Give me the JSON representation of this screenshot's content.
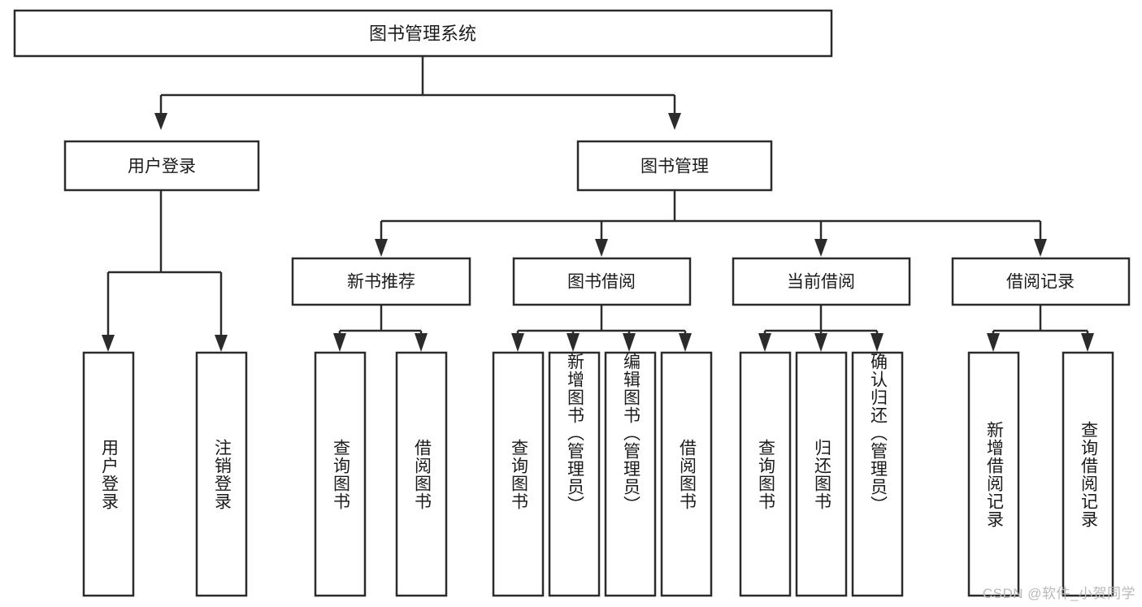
{
  "diagram": {
    "title": "图书管理系统",
    "type": "tree",
    "orientation": "top-down",
    "colors": {
      "box_stroke": "#2b2b2b",
      "box_fill": "#ffffff",
      "connector": "#2b2b2b",
      "text": "#1b1b1b",
      "background": "#ffffff",
      "watermark": "#b9b9b9"
    },
    "root": {
      "label": "图书管理系统"
    },
    "level2": [
      {
        "label": "用户登录"
      },
      {
        "label": "图书管理"
      }
    ],
    "level3": [
      {
        "label": "新书推荐"
      },
      {
        "label": "图书借阅"
      },
      {
        "label": "当前借阅"
      },
      {
        "label": "借阅记录"
      }
    ],
    "leaves": {
      "user_login": [
        {
          "label": "用户登录"
        },
        {
          "label": "注销登录"
        }
      ],
      "new_book_recommend": [
        {
          "label": "查询图书"
        },
        {
          "label": "借阅图书"
        }
      ],
      "book_borrow": [
        {
          "label": "查询图书"
        },
        {
          "label": "新增图书（管理员）"
        },
        {
          "label": "编辑图书（管理员）"
        },
        {
          "label": "借阅图书"
        }
      ],
      "current_borrow": [
        {
          "label": "查询图书"
        },
        {
          "label": "归还图书"
        },
        {
          "label": "确认归还（管理员）"
        }
      ],
      "borrow_record": [
        {
          "label": "新增借阅记录"
        },
        {
          "label": "查询借阅记录"
        }
      ]
    }
  },
  "watermark": {
    "text": "CSDN @软件_小贺同学"
  }
}
